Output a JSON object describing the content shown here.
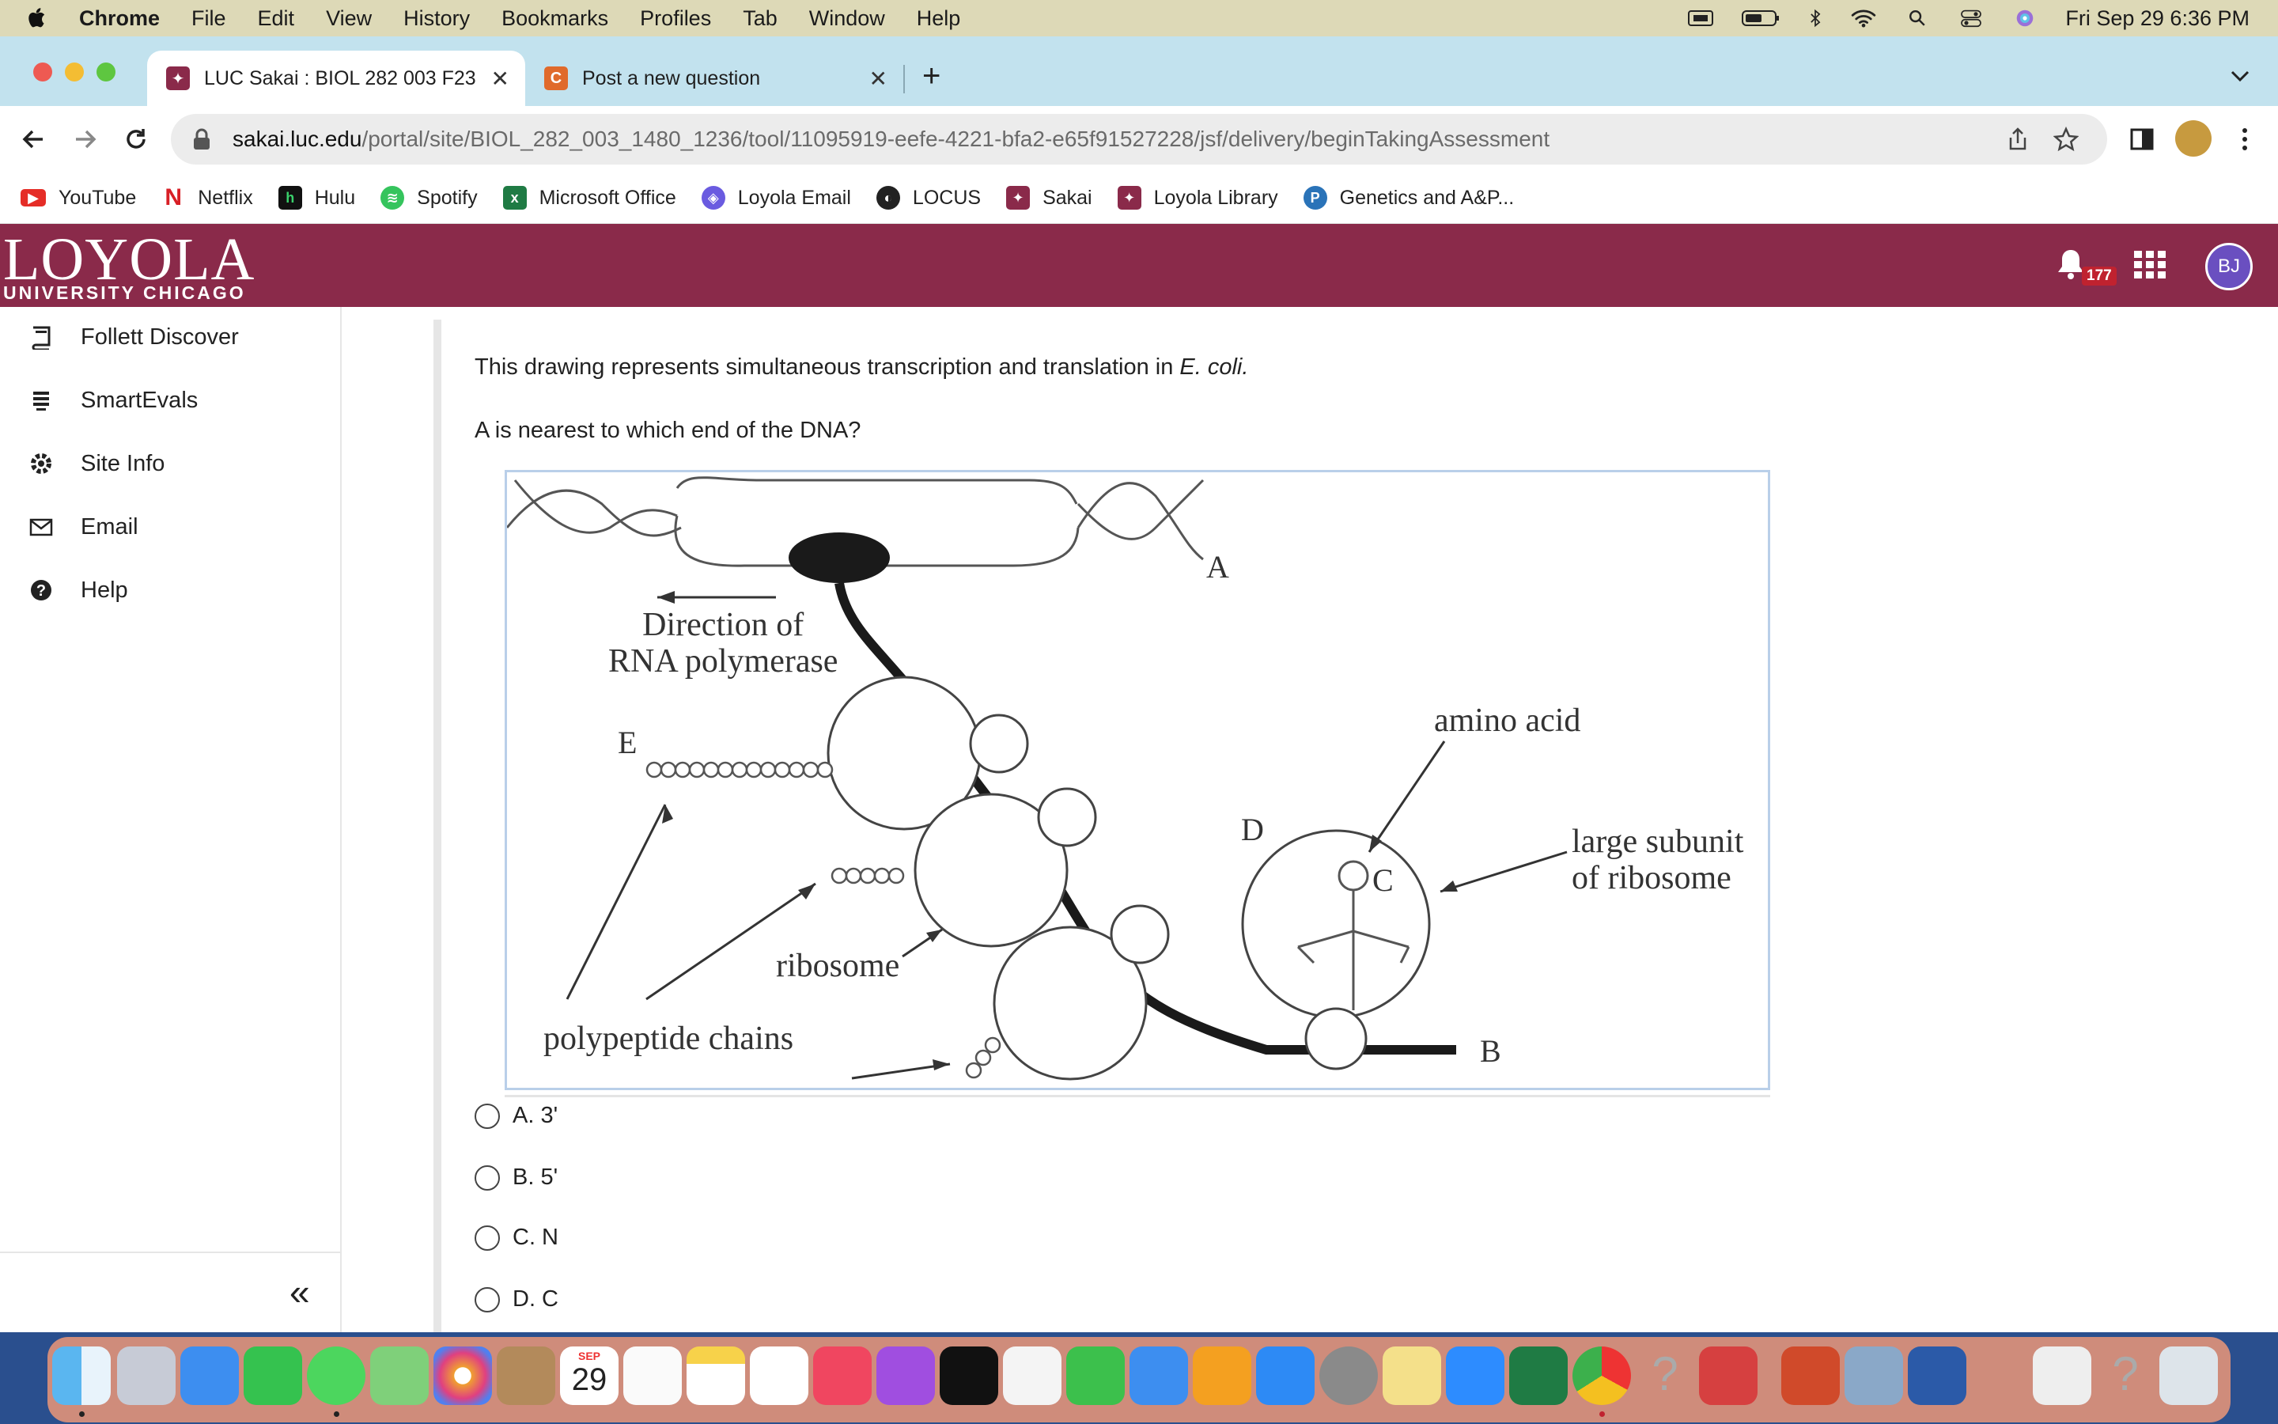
{
  "menubar": {
    "app": "Chrome",
    "items": [
      "File",
      "Edit",
      "View",
      "History",
      "Bookmarks",
      "Profiles",
      "Tab",
      "Window",
      "Help"
    ],
    "datetime": "Fri Sep 29  6:36 PM"
  },
  "tabs": [
    {
      "title": "LUC Sakai : BIOL 282 003 F23",
      "active": true
    },
    {
      "title": "Post a new question",
      "active": false
    }
  ],
  "address": {
    "host": "sakai.luc.edu",
    "path": "/portal/site/BIOL_282_003_1480_1236/tool/11095919-eefe-4221-bfa2-e65f91527228/jsf/delivery/beginTakingAssessment"
  },
  "bookmarks": [
    "YouTube",
    "Netflix",
    "Hulu",
    "Spotify",
    "Microsoft Office",
    "Loyola Email",
    "LOCUS",
    "Sakai",
    "Loyola Library",
    "Genetics and A&P..."
  ],
  "header": {
    "logo_main": "LOYOLA",
    "logo_sub": "UNIVERSITY CHICAGO",
    "notif_count": "177",
    "avatar": "BJ"
  },
  "sidebar": {
    "items": [
      "Follett Discover",
      "SmartEvals",
      "Site Info",
      "Email",
      "Help"
    ],
    "collapse": "«"
  },
  "question": {
    "intro": "This drawing represents simultaneous transcription and translation in ",
    "intro_italic": "E. coli.",
    "prompt": "A is nearest to which end of the DNA?"
  },
  "figure": {
    "label_a": "A",
    "label_b": "B",
    "label_c": "C",
    "label_d": "D",
    "label_e": "E",
    "direction_line1": "Direction of",
    "direction_line2": "RNA polymerase",
    "amino_acid": "amino acid",
    "large_subunit_line1": "large subunit",
    "large_subunit_line2": "of ribosome",
    "ribosome": "ribosome",
    "polypeptide": "polypeptide chains"
  },
  "choices": [
    "A. 3'",
    "B. 5'",
    "C. N",
    "D. C"
  ],
  "dock": {
    "calendar_month": "SEP",
    "calendar_day": "29"
  }
}
